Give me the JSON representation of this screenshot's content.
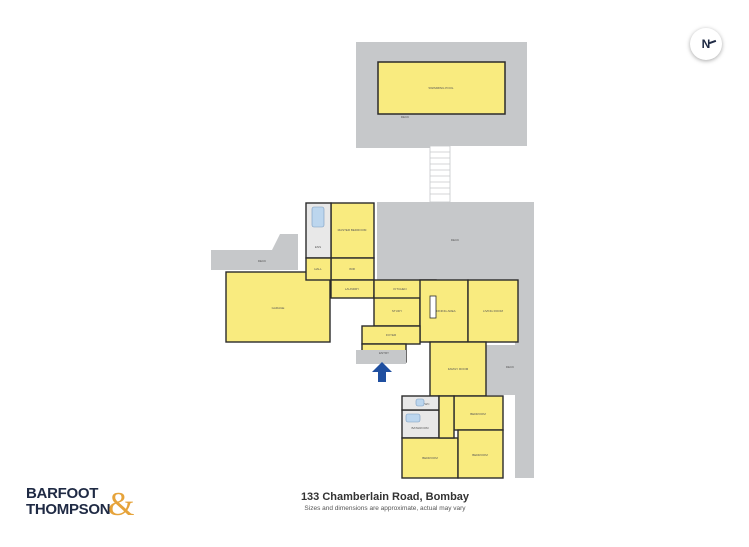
{
  "plan": {
    "address": "133 Chamberlain Road, Bombay",
    "disclaimer": "Sizes and dimensions are approximate, actual may vary",
    "compass_label": "N",
    "colors": {
      "room": "#f9eb7f",
      "outdoor": "#c6c8ca",
      "wall": "#2b2b2b",
      "entry_arrow": "#1f4fa0",
      "bath": "#bcd6ee"
    },
    "rooms": {
      "pool": {
        "name": "SWIMMING POOL",
        "dims": ""
      },
      "deck_pool": {
        "name": "DECK",
        "dims": ""
      },
      "deck_main": {
        "name": "DECK",
        "dims": ""
      },
      "deck_west": {
        "name": "DECK",
        "dims": ""
      },
      "deck_east": {
        "name": "DECK",
        "dims": ""
      },
      "garage": {
        "name": "GARAGE",
        "dims": ""
      },
      "master": {
        "name": "MASTER BEDROOM",
        "dims": ""
      },
      "ensuite": {
        "name": "ENS",
        "dims": ""
      },
      "wir": {
        "name": "WIR",
        "dims": ""
      },
      "laundry": {
        "name": "LAUNDRY",
        "dims": ""
      },
      "hall": {
        "name": "HALL",
        "dims": ""
      },
      "study": {
        "name": "STUDY",
        "dims": ""
      },
      "kitchen": {
        "name": "KITCHEN",
        "dims": ""
      },
      "dining": {
        "name": "DINING AREA",
        "dims": ""
      },
      "living": {
        "name": "LIVING ROOM",
        "dims": ""
      },
      "foyer": {
        "name": "FOYER",
        "dims": ""
      },
      "entry": {
        "name": "ENTRY",
        "dims": ""
      },
      "family": {
        "name": "FAMILY ROOM",
        "dims": ""
      },
      "bedroom2": {
        "name": "BEDROOM",
        "dims": ""
      },
      "bedroom3": {
        "name": "BEDROOM",
        "dims": ""
      },
      "bedroom4": {
        "name": "BEDROOM",
        "dims": ""
      },
      "bathroom": {
        "name": "BATHROOM",
        "dims": ""
      },
      "wc": {
        "name": "WC",
        "dims": ""
      }
    }
  },
  "brand": {
    "line1": "BARFOOT",
    "line2": "THOMPSON",
    "amp": "&",
    "icon": "barfoot-thompson-logo"
  }
}
